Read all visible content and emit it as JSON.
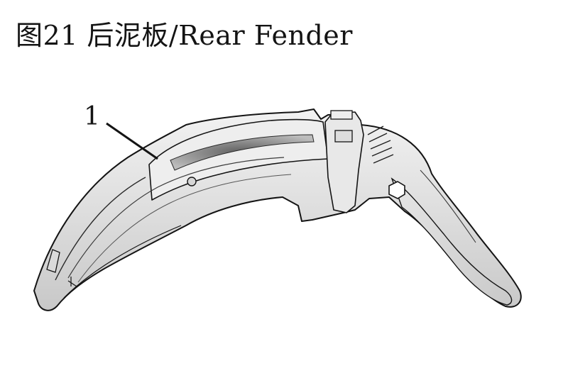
{
  "figure": {
    "title": "图21 后泥板/Rear Fender"
  },
  "callouts": [
    {
      "number": "1",
      "part": "rear-fender"
    }
  ],
  "colors": {
    "ink": "#141414",
    "part_fill": "#e4e4e4",
    "part_shadow": "#bdbdbd",
    "background": "#ffffff"
  }
}
